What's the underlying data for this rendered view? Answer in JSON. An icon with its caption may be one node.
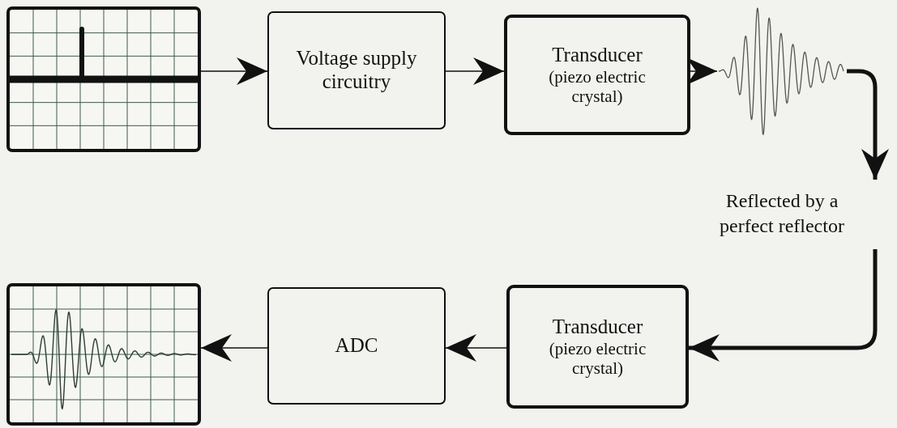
{
  "diagram": {
    "nodes": [
      {
        "text": [],
        "shape": "picture"
      },
      {
        "text": [
          "Voltage supply circuitry"
        ]
      },
      {
        "text": [
          "Transducer",
          "(piezo electric crystal)"
        ]
      },
      {
        "text": [],
        "shape": "picture"
      },
      {
        "text": [
          "Reflected by a perfect reflector"
        ]
      },
      {
        "text": [
          "Transducer",
          "(piezo electric crystal)"
        ]
      },
      {
        "text": [
          "ADC"
        ]
      },
      {
        "text": [],
        "shape": "picture"
      }
    ],
    "edges": [
      {
        "from": 0,
        "to": 1,
        "arrow": "to"
      },
      {
        "from": 1,
        "to": 2,
        "arrow": "to"
      },
      {
        "from": 2,
        "to": 3,
        "arrow": "to"
      },
      {
        "from": 3,
        "to": 4,
        "arrow": "to",
        "style": "thick"
      },
      {
        "from": 4,
        "to": 5,
        "arrow": "to",
        "style": "thick"
      },
      {
        "from": 5,
        "to": 6,
        "arrow": "to"
      },
      {
        "from": 6,
        "to": 7,
        "arrow": "to"
      }
    ]
  }
}
